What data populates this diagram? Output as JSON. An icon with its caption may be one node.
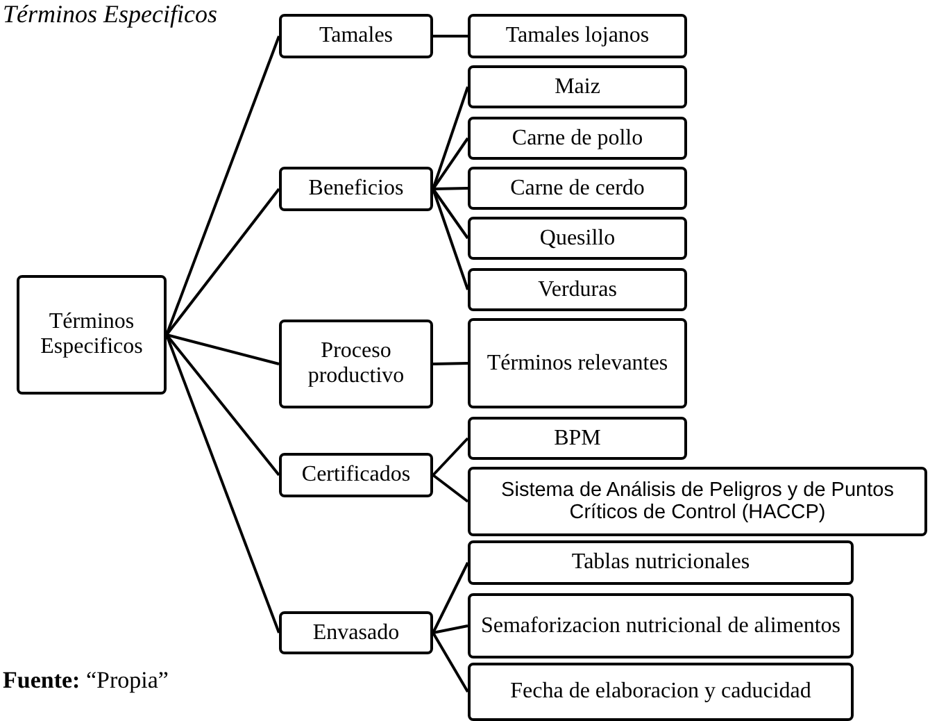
{
  "diagram": {
    "title": "Términos Especificos",
    "nodes": [
      {
        "text": [
          "Términos Especificos"
        ]
      },
      {
        "text": [
          "Tamales"
        ]
      },
      {
        "text": [
          "Tamales lojanos"
        ]
      },
      {
        "text": [
          "Beneficios"
        ]
      },
      {
        "text": [
          "Maiz"
        ]
      },
      {
        "text": [
          "Carne de pollo"
        ]
      },
      {
        "text": [
          "Carne de cerdo"
        ]
      },
      {
        "text": [
          "Quesillo"
        ]
      },
      {
        "text": [
          "Verduras"
        ]
      },
      {
        "text": [
          "Proceso productivo"
        ]
      },
      {
        "text": [
          "Términos relevantes"
        ]
      },
      {
        "text": [
          "Certificados"
        ]
      },
      {
        "text": [
          "BPM"
        ]
      },
      {
        "text": [
          "Sistema de Análisis de Peligros y de Puntos Críticos de Control (HACCP)"
        ]
      },
      {
        "text": [
          "Envasado"
        ]
      },
      {
        "text": [
          "Tablas nutricionales"
        ]
      },
      {
        "text": [
          "Semaforizacion nutricional de alimentos"
        ]
      },
      {
        "text": [
          "Fecha de elaboracion y caducidad"
        ]
      }
    ],
    "edges": [
      {
        "from": 0,
        "to": 1,
        "arrow": "none"
      },
      {
        "from": 1,
        "to": 2,
        "arrow": "none"
      },
      {
        "from": 0,
        "to": 3,
        "arrow": "none"
      },
      {
        "from": 3,
        "to": 4,
        "arrow": "none"
      },
      {
        "from": 3,
        "to": 5,
        "arrow": "none"
      },
      {
        "from": 3,
        "to": 6,
        "arrow": "none"
      },
      {
        "from": 3,
        "to": 7,
        "arrow": "none"
      },
      {
        "from": 3,
        "to": 8,
        "arrow": "none"
      },
      {
        "from": 0,
        "to": 9,
        "arrow": "none"
      },
      {
        "from": 9,
        "to": 10,
        "arrow": "none"
      },
      {
        "from": 0,
        "to": 11,
        "arrow": "none"
      },
      {
        "from": 11,
        "to": 12,
        "arrow": "none"
      },
      {
        "from": 11,
        "to": 13,
        "arrow": "none"
      },
      {
        "from": 0,
        "to": 14,
        "arrow": "none"
      },
      {
        "from": 14,
        "to": 15,
        "arrow": "none"
      },
      {
        "from": 14,
        "to": 16,
        "arrow": "none"
      },
      {
        "from": 14,
        "to": 17,
        "arrow": "none"
      }
    ],
    "labels": [
      "**Fuente:** “Propia”"
    ]
  }
}
